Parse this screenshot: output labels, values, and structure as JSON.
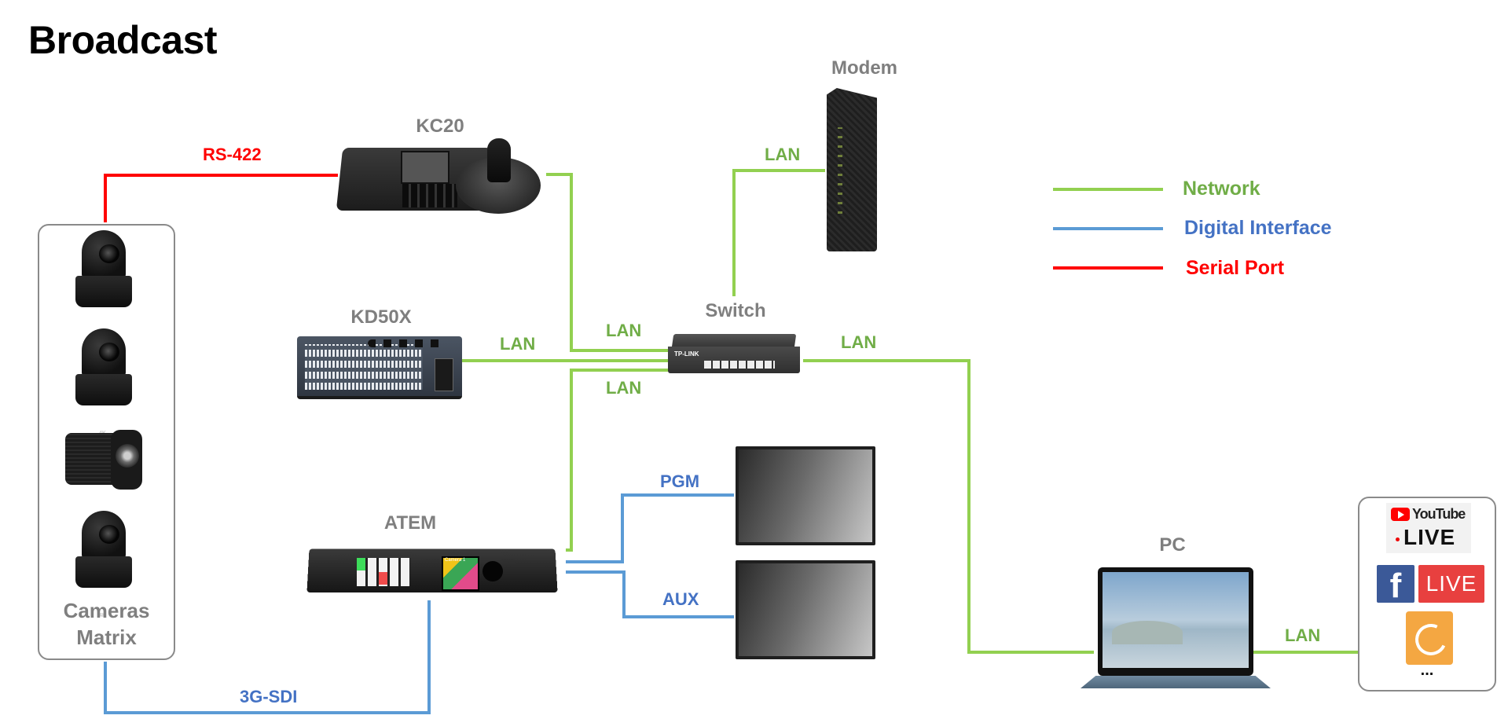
{
  "title": "Broadcast",
  "devices": {
    "kc20": "KC20",
    "kd50x": "KD50X",
    "switch": "Switch",
    "modem": "Modem",
    "atem": "ATEM",
    "pc": "PC",
    "cameras": [
      "Cameras",
      "Matrix"
    ],
    "switch_brand": "TP-LINK",
    "atem_lcd": "Camera 1",
    "camera_badge": "4K"
  },
  "connections": {
    "rs422": "RS-422",
    "lan_kc20": "LAN",
    "lan_kd50x": "LAN",
    "lan_atem": "LAN",
    "lan_modem": "LAN",
    "lan_pc": "LAN",
    "lan_stream": "LAN",
    "pgm": "PGM",
    "aux": "AUX",
    "sdi": "3G-SDI"
  },
  "legend": [
    {
      "label": "Network",
      "color": "#92d050",
      "text_color": "#70ad47"
    },
    {
      "label": "Digital Interface",
      "color": "#5b9bd5",
      "text_color": "#4472c4"
    },
    {
      "label": "Serial Port",
      "color": "#ff0000",
      "text_color": "#ff0000"
    }
  ],
  "streaming": {
    "youtube_word": "YouTube",
    "youtube_live": "LIVE",
    "facebook_f": "f",
    "facebook_live": "LIVE",
    "more": "..."
  },
  "colors": {
    "network": "#92d050",
    "digital": "#5b9bd5",
    "serial": "#ff0000"
  }
}
